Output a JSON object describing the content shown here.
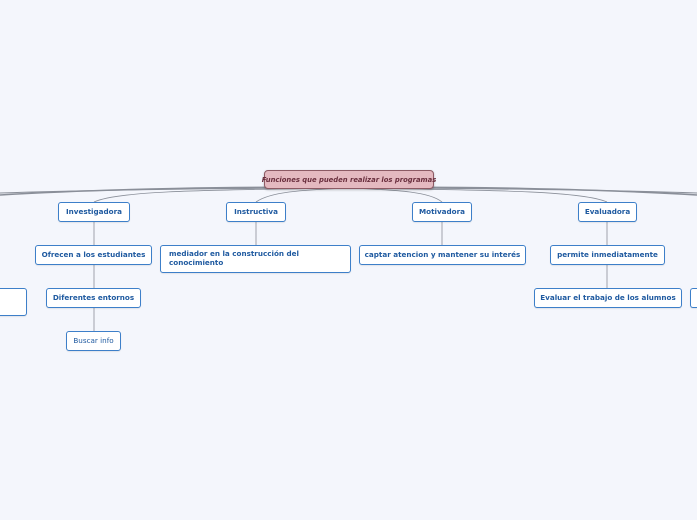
{
  "root": {
    "label": "Funciones que pueden realizar los programas"
  },
  "branches": [
    {
      "label": "Investigadora"
    },
    {
      "label": "Instructiva"
    },
    {
      "label": "Motivadora"
    },
    {
      "label": "Evaluadora"
    }
  ],
  "subnodes": {
    "ofrecen": "Ofrecen a los estudiantes",
    "entornos": "Diferentes entornos",
    "buscar": "Buscar info",
    "mediador": "mediador en la construcción del conocimiento",
    "captar": "captar atencion y mantener su interés",
    "permite": "permite inmediatamente",
    "evaluar": "Evaluar el trabajo de los alumnos"
  },
  "colors": {
    "background": "#f4f6fc",
    "node_border": "#3d7fc9",
    "node_text": "#1f5aa0",
    "root_fill": "#e4b9c0",
    "root_border": "#8c5a64",
    "link": "#8a8f99"
  }
}
